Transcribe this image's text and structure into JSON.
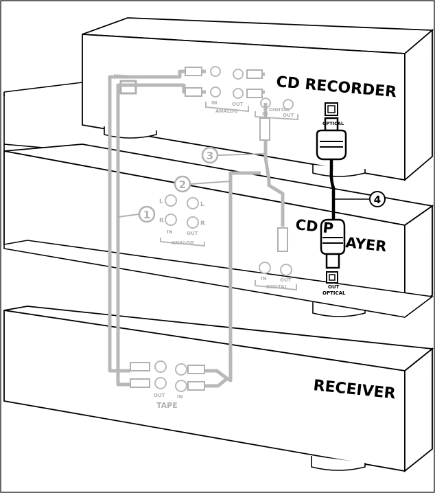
{
  "devices": {
    "cd_recorder": "CD RECORDER",
    "cd_player_part1": "CD P",
    "cd_player_part2": "AYER",
    "receiver": "RECEIVER"
  },
  "labels": {
    "mains": "MAINS",
    "in": "IN",
    "out": "OUT",
    "analog": "ANALOG",
    "digital": "DIGITAL",
    "optical": "OPTICAL",
    "tape": "TAPE",
    "l": "L",
    "r": "R"
  },
  "callouts": [
    "1",
    "2",
    "3",
    "4"
  ],
  "colors": {
    "line": "#000000",
    "cable_grey": "#b8b8b8",
    "callout_grey": "#b0b0b0"
  }
}
